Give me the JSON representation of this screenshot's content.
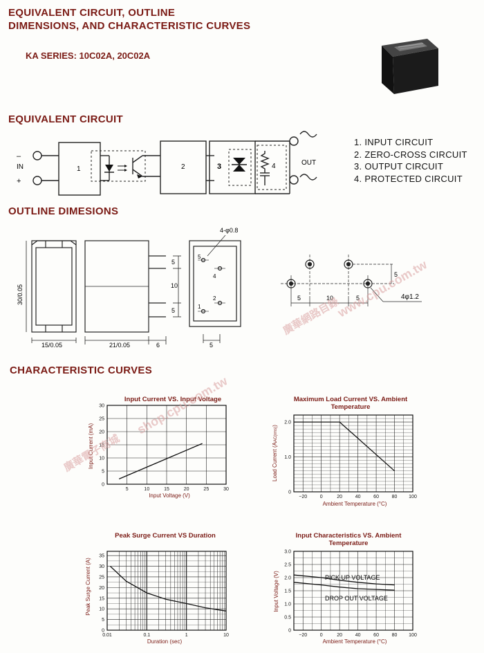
{
  "header": {
    "title_line1": "EQUIVALENT CIRCUIT, OUTLINE",
    "title_line2": "DIMENSIONS, AND CHARACTERISTIC CURVES",
    "series": "KA SERIES: 10C02A, 20C02A"
  },
  "sections": {
    "equivalent_circuit": "EQUIVALENT CIRCUIT",
    "outline": "OUTLINE DIMESIONS",
    "curves": "CHARACTERISTIC CURVES"
  },
  "circuit": {
    "in_label": "IN",
    "minus": "–",
    "plus": "+",
    "out_label": "OUT",
    "block1": "1",
    "block2": "2",
    "block3": "3",
    "block4": "4",
    "legend": [
      "1. INPUT CIRCUIT",
      "2. ZERO-CROSS CIRCUIT",
      "3. OUTPUT CIRCUIT",
      "4. PROTECTED CIRCUIT"
    ]
  },
  "dimensions": {
    "height": "30/0.05",
    "width_front": "15/0.05",
    "width_side": "21/0.05",
    "pin_len": "6",
    "pitch5a": "5",
    "pitch10": "10",
    "pitch5b": "5",
    "bottom5": "5",
    "hole_label": "4-φ0.8",
    "pin_nums": [
      "5",
      "4",
      "1",
      "2"
    ],
    "pcb_5a": "5",
    "pcb_10": "10",
    "pcb_5b": "5",
    "pcb_5v": "5",
    "pcb_hole": "4φ1.2"
  },
  "watermark": {
    "text1": "www.cpu.com.tw",
    "text2": "廣華網路目錄",
    "text3": "shop.cpu.com.tw",
    "text4": "廣華電子商城"
  },
  "chart_data": [
    {
      "type": "line",
      "title": "Input Current VS. Input Voltage",
      "xlabel": "Input Voltage (V)",
      "ylabel": "Input Current (mA)",
      "xlim": [
        0,
        30
      ],
      "ylim": [
        0,
        30
      ],
      "xticks": [
        "5",
        "10",
        "15",
        "20",
        "25",
        "30"
      ],
      "yticks": [
        "0",
        "5",
        "10",
        "15",
        "20",
        "25",
        "30"
      ],
      "series": [
        {
          "x": [
            3,
            24
          ],
          "y": [
            2,
            15.5
          ]
        }
      ]
    },
    {
      "type": "line",
      "title": "Maximum Load Current VS. Ambient Temperature",
      "xlabel": "Ambient Temperature (°C)",
      "ylabel": "Load Current (A",
      "ylabel_sub": "AC(rms)",
      "xlim": [
        -30,
        100
      ],
      "ylim": [
        0,
        2.2
      ],
      "xticks": [
        "−20",
        "0",
        "20",
        "40",
        "60",
        "80",
        "100"
      ],
      "yticks": [
        "0",
        "1.0",
        "2.0"
      ],
      "series": [
        {
          "x": [
            -30,
            20,
            80
          ],
          "y": [
            2.0,
            2.0,
            0.6
          ]
        }
      ]
    },
    {
      "type": "line",
      "title": "Peak Surge Current VS Duration",
      "xlabel": "Duration (sec)",
      "ylabel": "Peak Surge Current (A)",
      "xscale": "log",
      "xlim": [
        0.01,
        10
      ],
      "ylim": [
        0,
        37
      ],
      "xticks": [
        "0.01",
        "0.1",
        "1",
        "10"
      ],
      "yticks": [
        "0",
        "5",
        "10",
        "15",
        "20",
        "25",
        "30",
        "35"
      ],
      "series": [
        {
          "x": [
            0.012,
            0.03,
            0.1,
            0.3,
            1,
            3,
            10
          ],
          "y": [
            30,
            23,
            17.5,
            14.5,
            12.5,
            10.5,
            9
          ]
        }
      ]
    },
    {
      "type": "line",
      "title": "Input Characteristics VS. Ambient Temperature",
      "xlabel": "Ambient Temperature (°C)",
      "ylabel": "Input Voltage (V)",
      "xlim": [
        -30,
        100
      ],
      "ylim": [
        0,
        3.0
      ],
      "xticks": [
        "−20",
        "0",
        "20",
        "40",
        "60",
        "80",
        "100"
      ],
      "yticks": [
        "0",
        "0.5",
        "1.0",
        "1.5",
        "2.0",
        "2.5",
        "3.0"
      ],
      "annotations": [
        "PICK UP VOLTAGE",
        "DROP OUT VOLTAGE"
      ],
      "series": [
        {
          "x": [
            -30,
            0,
            20,
            40,
            60,
            80
          ],
          "y": [
            2.1,
            2.0,
            1.9,
            1.82,
            1.76,
            1.72
          ]
        },
        {
          "x": [
            -30,
            0,
            20,
            40,
            60,
            80
          ],
          "y": [
            1.82,
            1.72,
            1.64,
            1.58,
            1.55,
            1.52
          ]
        }
      ]
    }
  ]
}
